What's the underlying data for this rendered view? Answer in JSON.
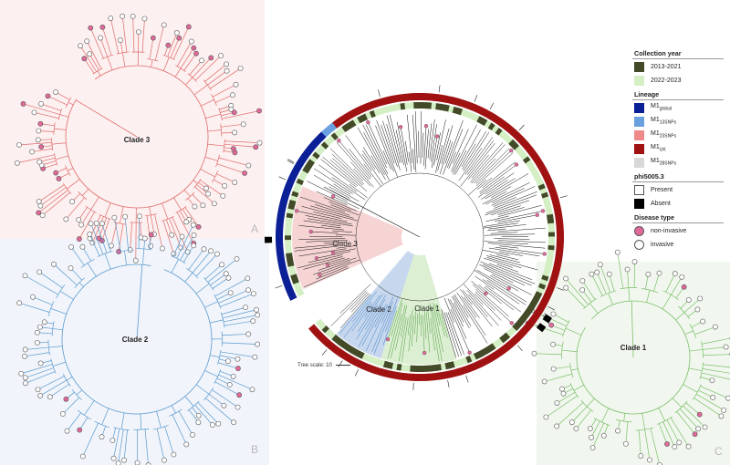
{
  "panels": {
    "a": {
      "clade_label": "Clade 3",
      "corner": "A",
      "color": "#e06b6b"
    },
    "b": {
      "clade_label": "Clade 2",
      "corner": "B",
      "color": "#5a9bd0"
    },
    "c": {
      "clade_label": "Clade 1",
      "corner": "C",
      "color": "#7cbf6a"
    }
  },
  "main_tree": {
    "clade_labels": [
      "Clade 3",
      "Clade 2",
      "Clade 1"
    ],
    "tree_scale_label": "Tree scale: 10"
  },
  "legend": {
    "collection_year": {
      "title": "Collection year",
      "items": [
        {
          "label": "2013-2021",
          "color": "#424a28"
        },
        {
          "label": "2022-2023",
          "color": "#d4efc4"
        }
      ]
    },
    "lineage": {
      "title": "Lineage",
      "items": [
        {
          "base": "M1",
          "sub": "global",
          "color": "#0b1f96"
        },
        {
          "base": "M1",
          "sub": "13SNPs",
          "color": "#6aa0e0"
        },
        {
          "base": "M1",
          "sub": "23SNPs",
          "color": "#ef8a8a"
        },
        {
          "base": "M1",
          "sub": "UK",
          "color": "#a01212"
        },
        {
          "base": "M1",
          "sub": "28SNPs",
          "color": "#d8d8d8"
        }
      ]
    },
    "phi": {
      "title": "phi5005.3",
      "items": [
        {
          "label": "Present",
          "color": "#ffffff"
        },
        {
          "label": "Absent",
          "color": "#000000"
        }
      ]
    },
    "disease": {
      "title": "Disease type",
      "items": [
        {
          "label": "non-invasive",
          "color": "#e0699a"
        },
        {
          "label": "invasive",
          "color": "#ffffff"
        }
      ]
    }
  }
}
